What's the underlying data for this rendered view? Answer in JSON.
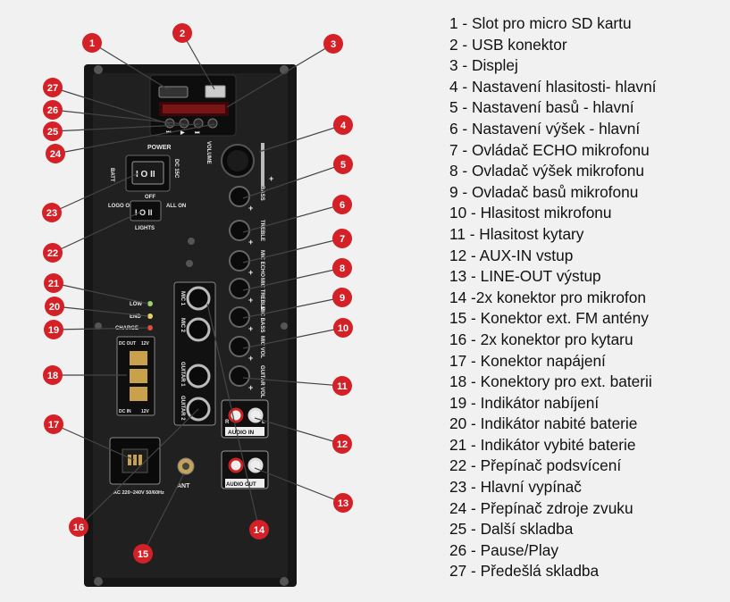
{
  "panel": {
    "power_title": "POWER",
    "batt": "BATT",
    "dc15": "DC 15C",
    "power_off": "OFF",
    "logo_on": "LOGO ON",
    "all_on": "ALL ON",
    "lights": "LIGHTS",
    "volume": "VOLUME",
    "knob_labels": [
      "BASS",
      "TREBLE",
      "MIC ECHO",
      "MIC TREBLE",
      "MIC BASS",
      "MIC VOL",
      "GUITAR VOL"
    ],
    "led_labels": [
      "LOW",
      "END",
      "CHARGE"
    ],
    "battery_terminals": [
      "DC OUT",
      "12V",
      "DC IN",
      "12V"
    ],
    "jack_labels": [
      "MIC 1",
      "MIC 2",
      "GUITAR 1",
      "GUITAR 2"
    ],
    "audio_in": "AUDIO IN",
    "audio_out": "AUDIO OUT",
    "rca_r": "R",
    "rca_l": "L",
    "mains": "AC 220~240V 50/60Hz",
    "ant": "ANT"
  },
  "legend": [
    "1 - Slot pro micro SD kartu",
    "2 - USB konektor",
    "3 - Displej",
    "4 - Nastavení hlasitosti- hlavní",
    "5 - Nastavení basů - hlavní",
    "6 - Nastavení výšek - hlavní",
    "7 - Ovládač ECHO mikrofonu",
    "8 - Ovladač výšek mikrofonu",
    "9 - Ovladač basů mikrofonu",
    "10 - Hlasitost mikrofonu",
    "11 - Hlasitost kytary",
    "12 - AUX-IN vstup",
    "13 - LINE-OUT  výstup",
    "14 -2x konektor pro mikrofon",
    "15 - Konektor ext. FM antény",
    "16 - 2x konektor pro kytaru",
    "17 - Konektor napájení",
    "18 - Konektory pro ext. baterii",
    "19 - Indikátor nabíjení",
    "20 - Indikátor nabité baterie",
    "21 - Indikátor vybité baterie",
    "22 - Přepínač podsvícení",
    "23 - Hlavní vypínač",
    "24 - Přepínač zdroje zvuku",
    "25 - Další skladba",
    "26 - Pause/Play",
    "27 - Předešlá skladba"
  ],
  "badges": [
    "1",
    "2",
    "3",
    "4",
    "5",
    "6",
    "7",
    "8",
    "9",
    "10",
    "11",
    "12",
    "13",
    "14",
    "15",
    "16",
    "17",
    "18",
    "19",
    "20",
    "21",
    "22",
    "23",
    "24",
    "25",
    "26",
    "27"
  ],
  "colors": {
    "badge": "#d42027",
    "panel": "#161616",
    "plate": "#262626",
    "background": "#f1f1f1"
  }
}
